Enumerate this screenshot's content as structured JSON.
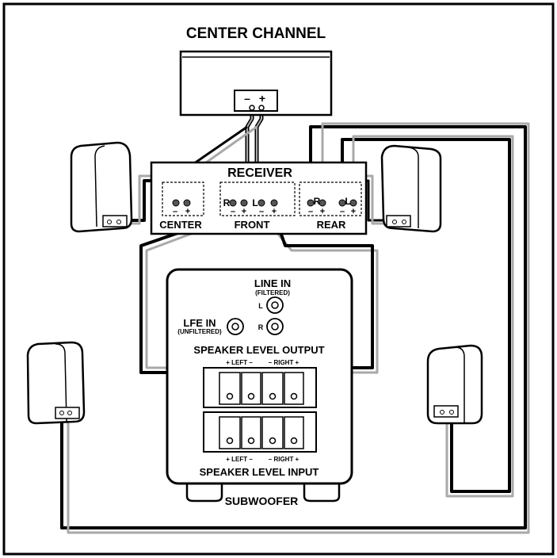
{
  "diagram": {
    "title": "CENTER CHANNEL",
    "receiver": {
      "title": "RECEIVER",
      "center_label": "CENTER",
      "front_label": "FRONT",
      "rear_label": "REAR",
      "front_r": "R",
      "front_l": "L",
      "rear_r": "R",
      "rear_l": "L"
    },
    "center_speaker_terminals": {
      "minus": "–",
      "plus": "+"
    },
    "subwoofer": {
      "line_in": "LINE IN",
      "line_in_sub": "(FILTERED)",
      "line_l": "L",
      "line_r": "R",
      "lfe_in": "LFE IN",
      "lfe_in_sub": "(UNFILTERED)",
      "speaker_level_output": "SPEAKER LEVEL OUTPUT",
      "output_left": "+ LEFT –",
      "output_right": "– RIGHT +",
      "input_left": "+ LEFT –",
      "input_right": "– RIGHT +",
      "speaker_level_input": "SPEAKER LEVEL INPUT",
      "label": "SUBWOOFER"
    },
    "colors": {
      "line": "#000000",
      "wire_gray": "#a9a9a9",
      "fill": "#ffffff"
    }
  }
}
